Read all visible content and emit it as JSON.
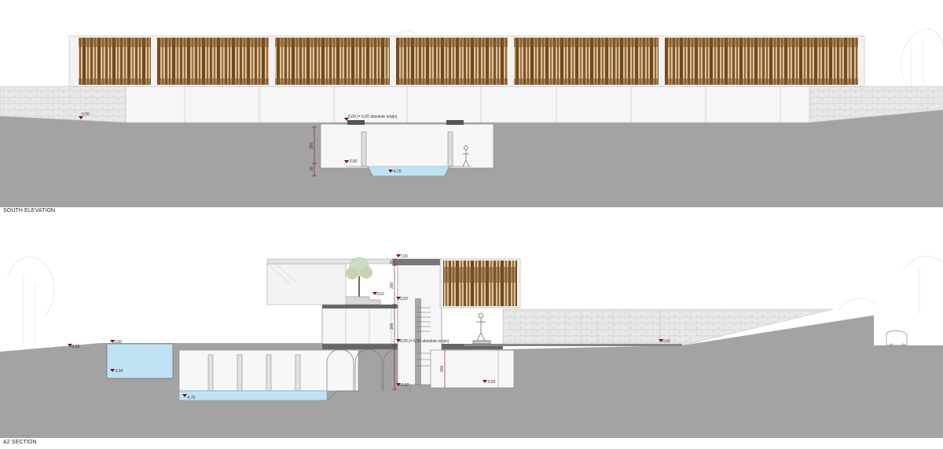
{
  "drawings": [
    {
      "caption": "SOUTH ELEVATION",
      "levels": [
        "0,00",
        "0,00 (= 6,00 absolute origin)",
        "-3,60",
        "-4,70"
      ],
      "dimensions": [
        "300",
        "30"
      ]
    },
    {
      "caption": "A2 SECTION",
      "levels": [
        "-0,50",
        "0,00",
        "-3,50",
        "-4,70",
        "7,00",
        "3,62",
        "3,50",
        "0,00 (= 6,00 absolute origin)",
        "-3,62",
        "-3,50",
        "0,50"
      ],
      "dimensions": [
        "30",
        "300",
        "300",
        "300"
      ]
    }
  ],
  "colors": {
    "ground": "#a3a3a3",
    "water": "#bfe3f3",
    "forest": "#8a5c2a",
    "stone": "#e6e6e6",
    "glass": "#f4f6f7",
    "marker": "#7a1010"
  }
}
